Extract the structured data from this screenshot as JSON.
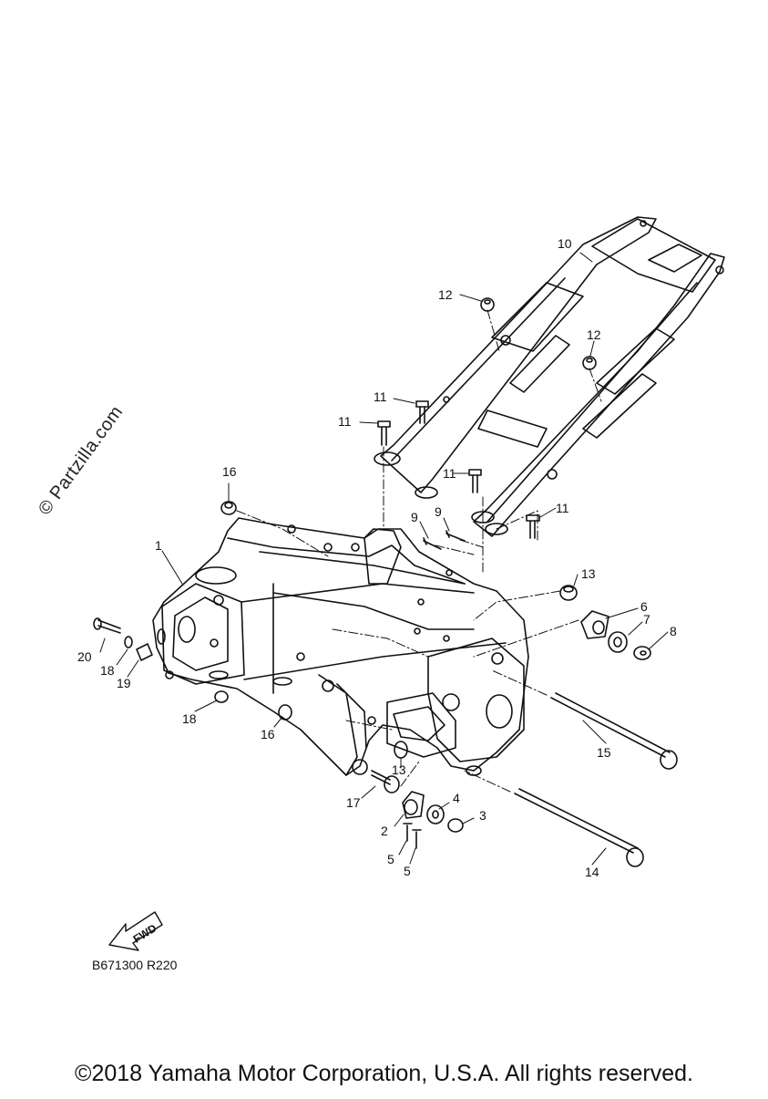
{
  "watermark": "© Partzilla.com",
  "diagram_id": "B671300 R220",
  "fwd_label": "FWD",
  "copyright": "©2018 Yamaha Motor Corporation, U.S.A. All rights reserved.",
  "callouts": [
    "1",
    "2",
    "3",
    "4",
    "5",
    "5",
    "6",
    "7",
    "8",
    "9",
    "9",
    "10",
    "11",
    "11",
    "11",
    "11",
    "12",
    "12",
    "13",
    "13",
    "14",
    "15",
    "16",
    "16",
    "17",
    "18",
    "18",
    "19",
    "20"
  ]
}
